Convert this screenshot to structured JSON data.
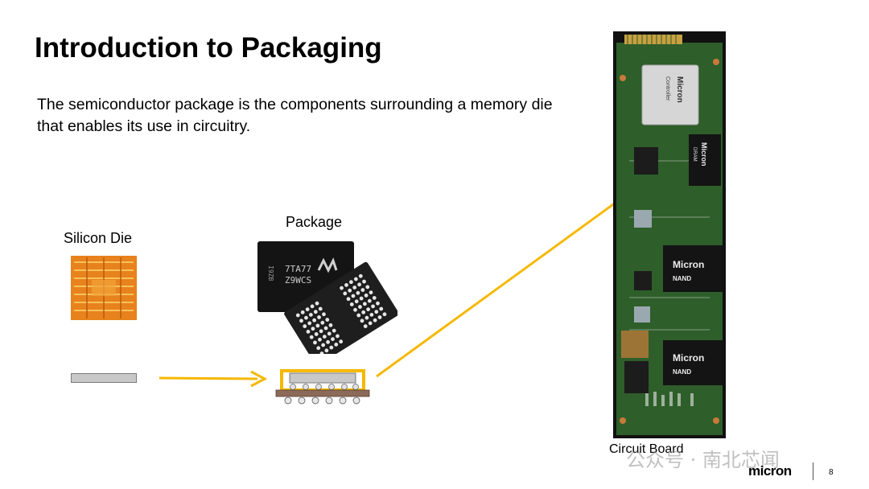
{
  "slide": {
    "title": "Introduction to Packaging",
    "body": "The semiconductor package is the components surrounding a memory die that enables its use in circuitry.",
    "labels": {
      "silicon_die": "Silicon Die",
      "package": "Package",
      "circuit_board": "Circuit Board"
    },
    "chip_marking": {
      "line1": "7TA77",
      "line2": "Z9WCS",
      "side": "I9ZB"
    },
    "board_chips": {
      "controller_brand": "Micron",
      "controller_label": "Controller",
      "dram_brand": "Micron",
      "dram_label": "DRAM",
      "nand1_brand": "Micron",
      "nand1_label": "NAND",
      "nand2_brand": "Micron",
      "nand2_label": "NAND"
    },
    "footer": {
      "logo": "micron",
      "page_number": "8"
    },
    "watermark": "公众号 · 南北芯闻",
    "colors": {
      "arrow": "#F5B800",
      "die_orange": "#E8821C",
      "board_green": "#2E5E2A",
      "chip_dark": "#141414"
    }
  }
}
